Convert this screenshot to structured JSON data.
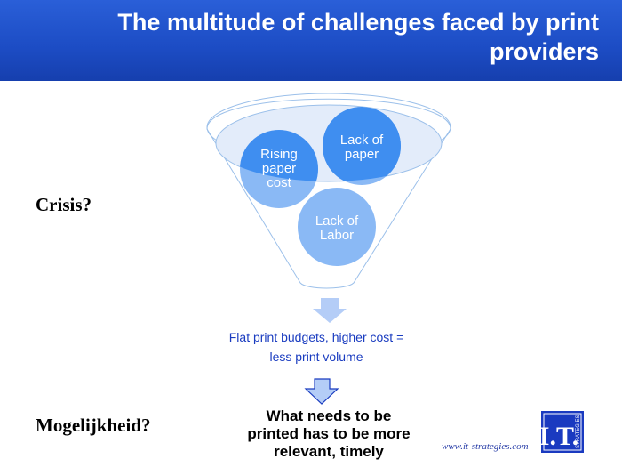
{
  "slide": {
    "title_line1": "The multitude of challenges faced by print",
    "title_line2": "providers",
    "crisis_label": "Crisis?",
    "opportunity_label": "Mogelijkheid?",
    "funnel": {
      "items": [
        {
          "line1": "Rising",
          "line2": "paper",
          "line3": "cost"
        },
        {
          "line1": "Lack of",
          "line2": "paper"
        },
        {
          "line1": "Lack of",
          "line2": "Labor"
        }
      ]
    },
    "outcome_line1": "Flat print budgets, higher cost =",
    "outcome_line2": "less print volume",
    "result_line1": "What needs to be",
    "result_line2": "printed has to be more",
    "result_line3": "relevant, timely",
    "footer_url": "www.it-strategies.com",
    "logo_text": "I.T.",
    "logo_subtext": "STRATEGIES"
  },
  "colors": {
    "header": "#1c4cc4",
    "circle_dark": "#3f8ef0",
    "circle_light": "#8ab9f5",
    "outcome_text": "#1a3cc0"
  }
}
